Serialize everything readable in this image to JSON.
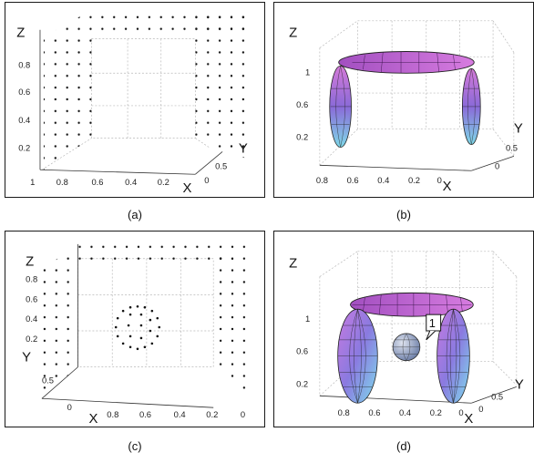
{
  "figure": {
    "panels": [
      {
        "caption": "(a)",
        "axes": {
          "z": "Z",
          "y": "Y",
          "x": "X"
        },
        "z_ticks": [
          "0.8",
          "0.6",
          "0.4",
          "0.2"
        ],
        "x_ticks": [
          "1",
          "0.8",
          "0.6",
          "0.4",
          "0.2"
        ],
        "y_ticks": [
          "0.5",
          "0"
        ]
      },
      {
        "caption": "(b)",
        "axes": {
          "z": "Z",
          "y": "Y",
          "x": "X"
        },
        "z_ticks": [
          "1",
          "0.6",
          "0.2"
        ],
        "x_ticks": [
          "0.8",
          "0.6",
          "0.4",
          "0.2",
          "0"
        ],
        "y_ticks": [
          "0.5",
          "0"
        ]
      },
      {
        "caption": "(c)",
        "axes": {
          "z": "Z",
          "y": "Y",
          "x": "X"
        },
        "z_ticks": [
          "0.8",
          "0.6",
          "0.4",
          "0.2"
        ],
        "x_ticks": [
          "0.8",
          "0.6",
          "0.4",
          "0.2",
          "0"
        ],
        "y_ticks": [
          "0.5",
          "0"
        ]
      },
      {
        "caption": "(d)",
        "axes": {
          "z": "Z",
          "y": "Y",
          "x": "X"
        },
        "z_ticks": [
          "1",
          "0.6",
          "0.2"
        ],
        "x_ticks": [
          "0.8",
          "0.6",
          "0.4",
          "0.2",
          "0"
        ],
        "y_ticks": [
          "0.5",
          "0"
        ],
        "marker_label": "1"
      }
    ]
  },
  "colors": {
    "frame": "#1a1a1a",
    "grid": "#b8b8b8",
    "points": "#111111",
    "surface_top": "#d47ad8",
    "surface_mid": "#8a6ad8",
    "surface_low": "#7fd8e8"
  }
}
